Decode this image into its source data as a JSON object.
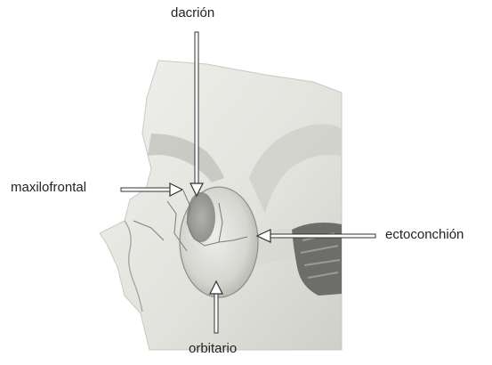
{
  "labels": {
    "top": "dacrión",
    "left": "maxilofrontal",
    "right": "ectoconchión",
    "bottom": "orbitario"
  },
  "illustration": {
    "subject": "skull-orbit-lateral-view",
    "background": "#ffffff",
    "bone_color": "#e6e6e2",
    "shadow_color": "#6d6d6a",
    "arrow_color": "#333333"
  }
}
